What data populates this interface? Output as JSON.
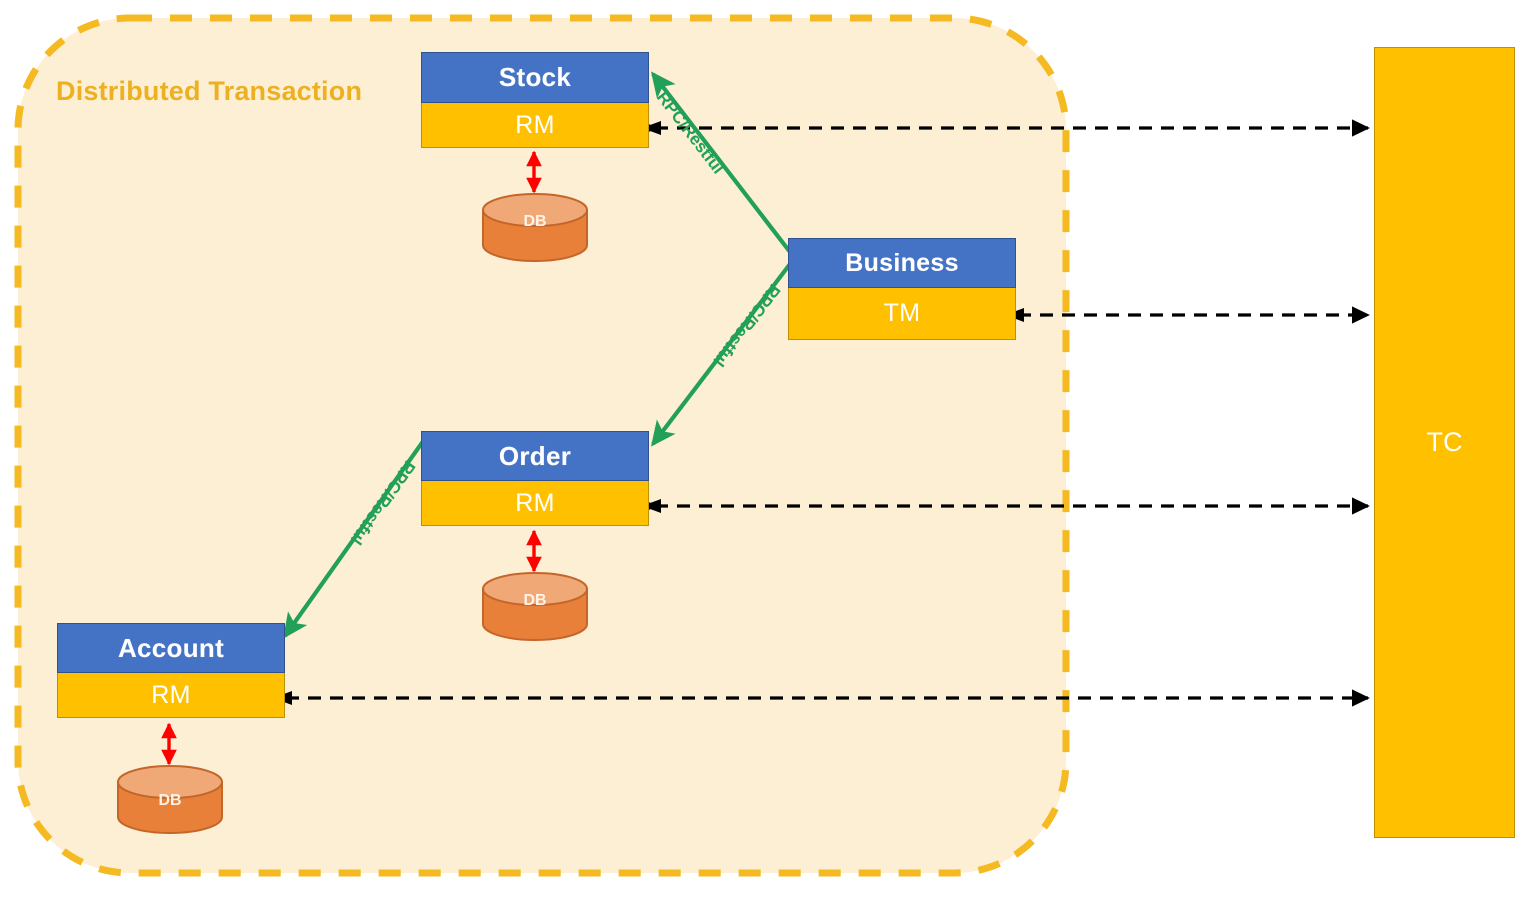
{
  "diagram": {
    "title": "Distributed Transaction",
    "type": "seata-distributed-transaction-architecture",
    "colors": {
      "container_fill": "#FDEFD3",
      "container_border": "#F5B921",
      "service_head": "#4472C4",
      "service_role": "#FFC000",
      "tc_fill": "#FFC000",
      "rpc_arrow": "#22A05A",
      "db_arrow": "#FF0000",
      "tc_arrow": "#000000",
      "db_body": "#E07B39",
      "title_text": "#EDB021"
    }
  },
  "services": [
    {
      "id": "stock",
      "name": "Stock",
      "role": "RM",
      "db": "DB"
    },
    {
      "id": "business",
      "name": "Business",
      "role": "TM",
      "db": null
    },
    {
      "id": "order",
      "name": "Order",
      "role": "RM",
      "db": "DB"
    },
    {
      "id": "account",
      "name": "Account",
      "role": "RM",
      "db": "DB"
    }
  ],
  "coordinator": {
    "label": "TC"
  },
  "rpc_edges": [
    {
      "from": "business",
      "to": "stock",
      "label": "RPC/Restful"
    },
    {
      "from": "business",
      "to": "order",
      "label": "RPC/Restful"
    },
    {
      "from": "order",
      "to": "account",
      "label": "RPC/Restful"
    }
  ],
  "tc_edges": [
    {
      "from": "stock",
      "to": "TC",
      "style": "dashed",
      "bidirectional": true
    },
    {
      "from": "business",
      "to": "TC",
      "style": "dashed",
      "bidirectional": true
    },
    {
      "from": "order",
      "to": "TC",
      "style": "dashed",
      "bidirectional": true
    },
    {
      "from": "account",
      "to": "TC",
      "style": "dashed",
      "bidirectional": true
    }
  ],
  "db_edges": [
    {
      "service": "stock",
      "style": "double-arrow",
      "color": "#FF0000"
    },
    {
      "service": "order",
      "style": "double-arrow",
      "color": "#FF0000"
    },
    {
      "service": "account",
      "style": "double-arrow",
      "color": "#FF0000"
    }
  ]
}
